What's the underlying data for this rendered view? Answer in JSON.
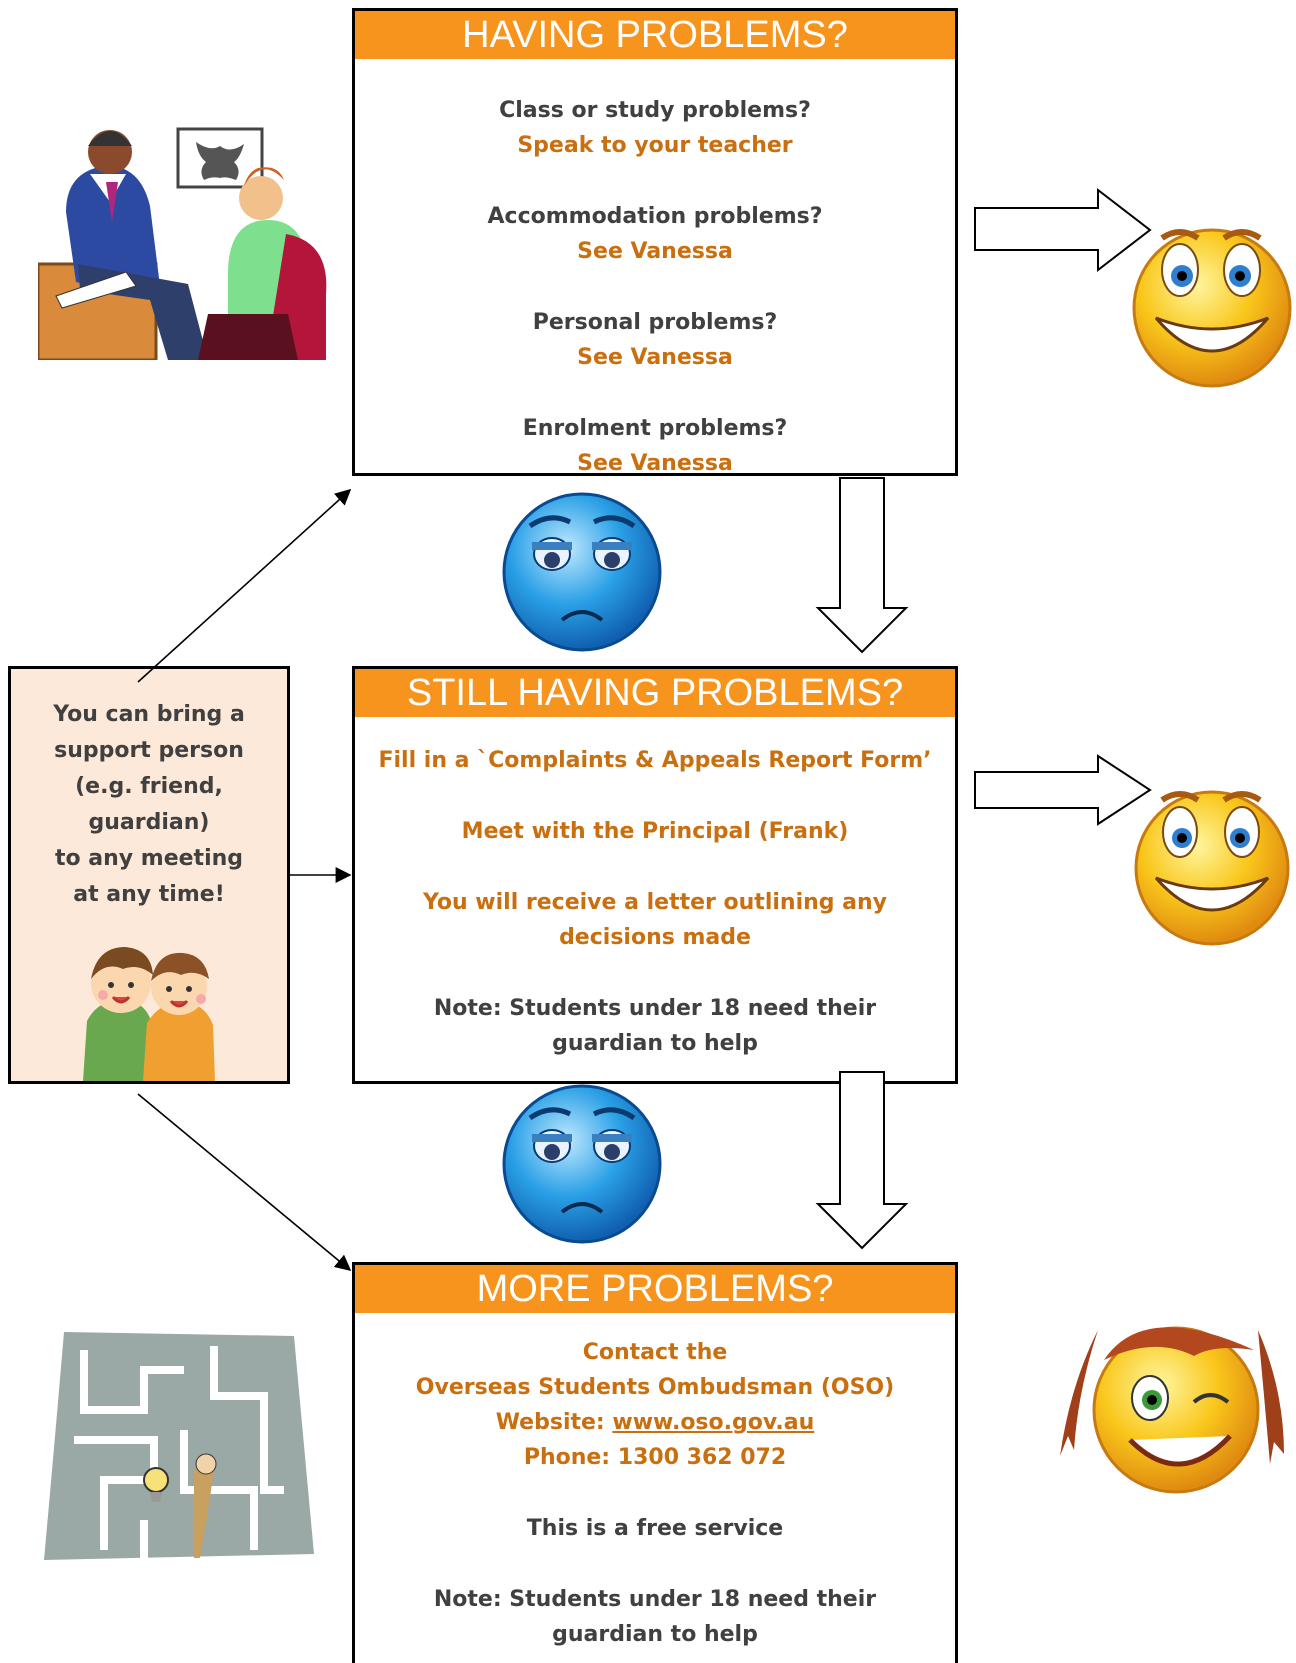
{
  "box1": {
    "heading": "HAVING PROBLEMS?",
    "items": [
      {
        "question": "Class or study problems?",
        "answer": "Speak to your teacher"
      },
      {
        "question": "Accommodation problems?",
        "answer": "See Vanessa"
      },
      {
        "question": "Personal problems?",
        "answer": "See Vanessa"
      },
      {
        "question": "Enrolment problems?",
        "answer": "See Vanessa"
      }
    ]
  },
  "box2": {
    "heading": "STILL HAVING PROBLEMS?",
    "line1": "Fill in a `Complaints & Appeals Report Form’",
    "line2": "Meet with the Principal (Frank)",
    "line3": "You will receive a letter outlining any decisions made",
    "note": "Note: Students under 18 need their guardian to help"
  },
  "box3": {
    "heading": "MORE PROBLEMS?",
    "contact_line1": "Contact the",
    "contact_line2": "Overseas Students Ombudsman (OSO)",
    "website_label": "Website: ",
    "website_url": "www.oso.gov.au",
    "phone": "Phone: 1300 362 072",
    "free": "This is a free service",
    "note": "Note: Students under 18 need their guardian to help"
  },
  "support": {
    "text_lines": [
      "You can bring a",
      "support person",
      "(e.g. friend,",
      "guardian)",
      "to any meeting",
      "at any time!"
    ]
  },
  "colors": {
    "header_orange": "#f7941d",
    "answer_orange": "#c96f0f",
    "question_gray": "#404040",
    "support_bg": "#fde9d9",
    "happy_yellow": "#f9c71b",
    "sad_blue": "#2aa0e6"
  },
  "icons": [
    "counselling-clipart",
    "happy-face-icon",
    "sad-face-icon",
    "friends-clipart",
    "maze-clipart",
    "wink-face-icon"
  ]
}
